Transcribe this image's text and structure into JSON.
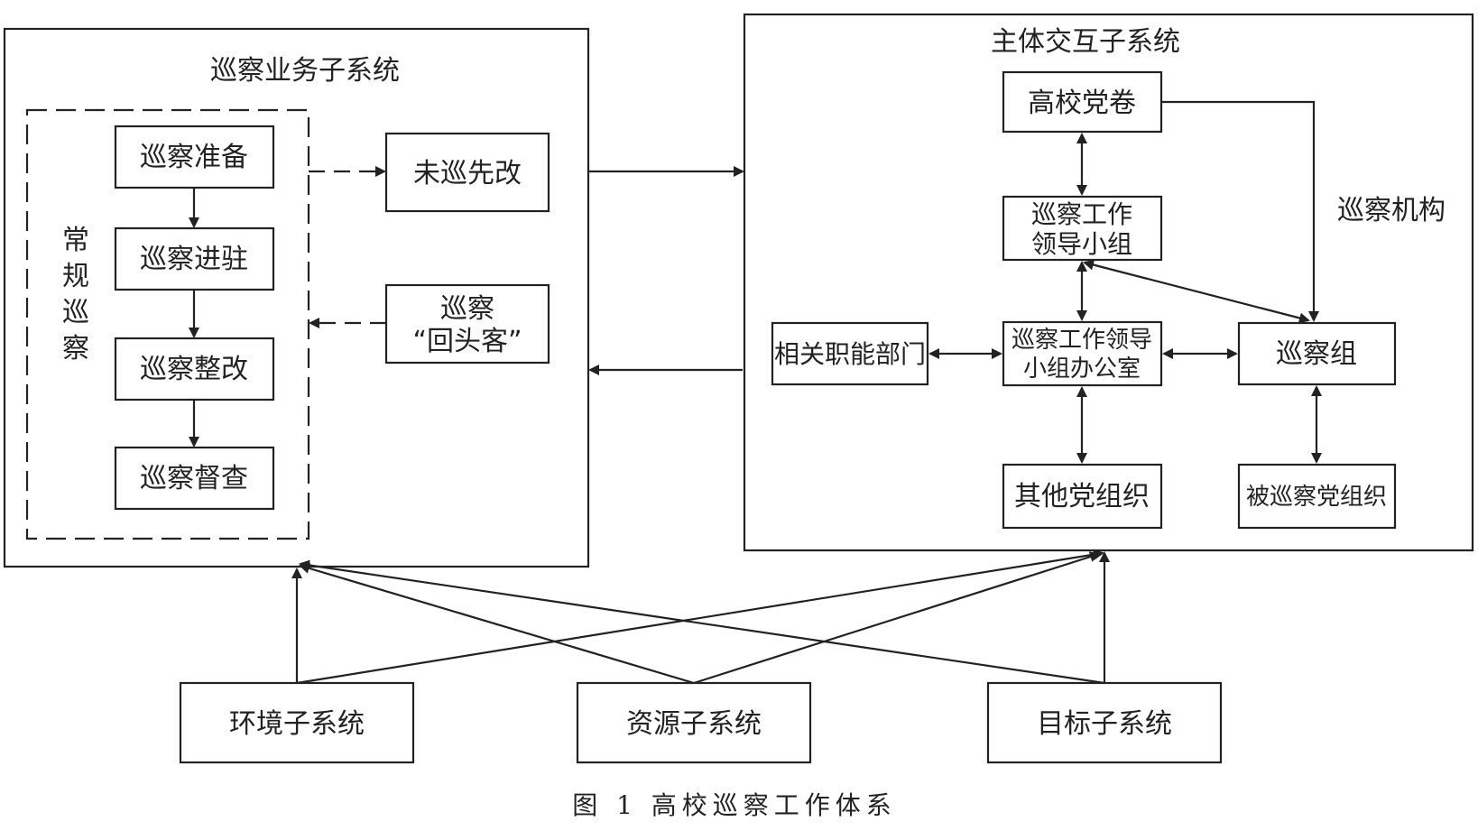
{
  "left_system": {
    "title": "巡察业务子系统",
    "routine_label": [
      "常",
      "规",
      "巡",
      "察"
    ],
    "steps": [
      "巡察准备",
      "巡察进驻",
      "巡察整改",
      "巡察督查"
    ],
    "pre_reform": "未巡先改",
    "revisit": [
      "巡察",
      "“回头客”"
    ]
  },
  "right_system": {
    "title": "主体交互子系统",
    "party_committee": "高校党卷",
    "leading_group": [
      "巡察工作",
      "领导小组"
    ],
    "office": [
      "巡察工作领导",
      "小组办公室"
    ],
    "functional_depts": "相关职能部门",
    "inspection_team": "巡察组",
    "other_orgs": "其他党组织",
    "inspected_orgs": "被巡察党组织",
    "institution_label": "巡察机构"
  },
  "bottom_systems": [
    "环境子系统",
    "资源子系统",
    "目标子系统"
  ],
  "caption": "图 1  高校巡察工作体系"
}
